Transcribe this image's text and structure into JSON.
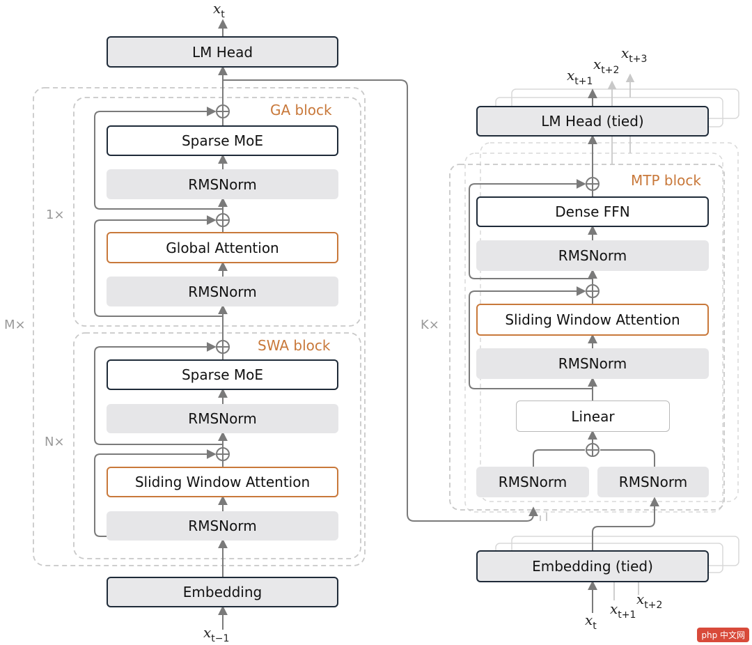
{
  "left_stack": {
    "lm_head": "LM Head",
    "embedding": "Embedding",
    "ga_block_label": "GA block",
    "swa_block_label": "SWA block",
    "ga_moe": "Sparse MoE",
    "ga_norm1": "RMSNorm",
    "ga_attention": "Global Attention",
    "ga_norm2": "RMSNorm",
    "swa_moe": "Sparse MoE",
    "swa_norm1": "RMSNorm",
    "swa_attention": "Sliding Window Attention",
    "swa_norm2": "RMSNorm",
    "mult_ga": "1×",
    "mult_swa": "N×",
    "mult_outer": "M×",
    "output_token": {
      "var": "x",
      "sub": "t"
    },
    "input_token": {
      "var": "x",
      "sub": "t−1"
    }
  },
  "right_stack": {
    "lm_head": "LM Head (tied)",
    "embedding": "Embedding (tied)",
    "mtp_block_label": "MTP block",
    "dense_ffn": "Dense FFN",
    "norm_ffn": "RMSNorm",
    "swa": "Sliding Window Attention",
    "norm_swa": "RMSNorm",
    "linear": "Linear",
    "norm_left": "RMSNorm",
    "norm_right": "RMSNorm",
    "mult_outer": "K×",
    "output_tokens": [
      {
        "var": "x",
        "sub": "t+1"
      },
      {
        "var": "x",
        "sub": "t+2"
      },
      {
        "var": "x",
        "sub": "t+3"
      }
    ],
    "input_tokens": [
      {
        "var": "x",
        "sub": "t"
      },
      {
        "var": "x",
        "sub": "t+1"
      },
      {
        "var": "x",
        "sub": "t+2"
      }
    ]
  },
  "watermark": "php 中文网",
  "colors": {
    "dark_border": "#1e2a38",
    "accent_orange": "#c8783a",
    "norm_fill": "#e6e6e8",
    "line_gray": "#7a7a7a",
    "dashed_gray": "#c8c8c8"
  }
}
